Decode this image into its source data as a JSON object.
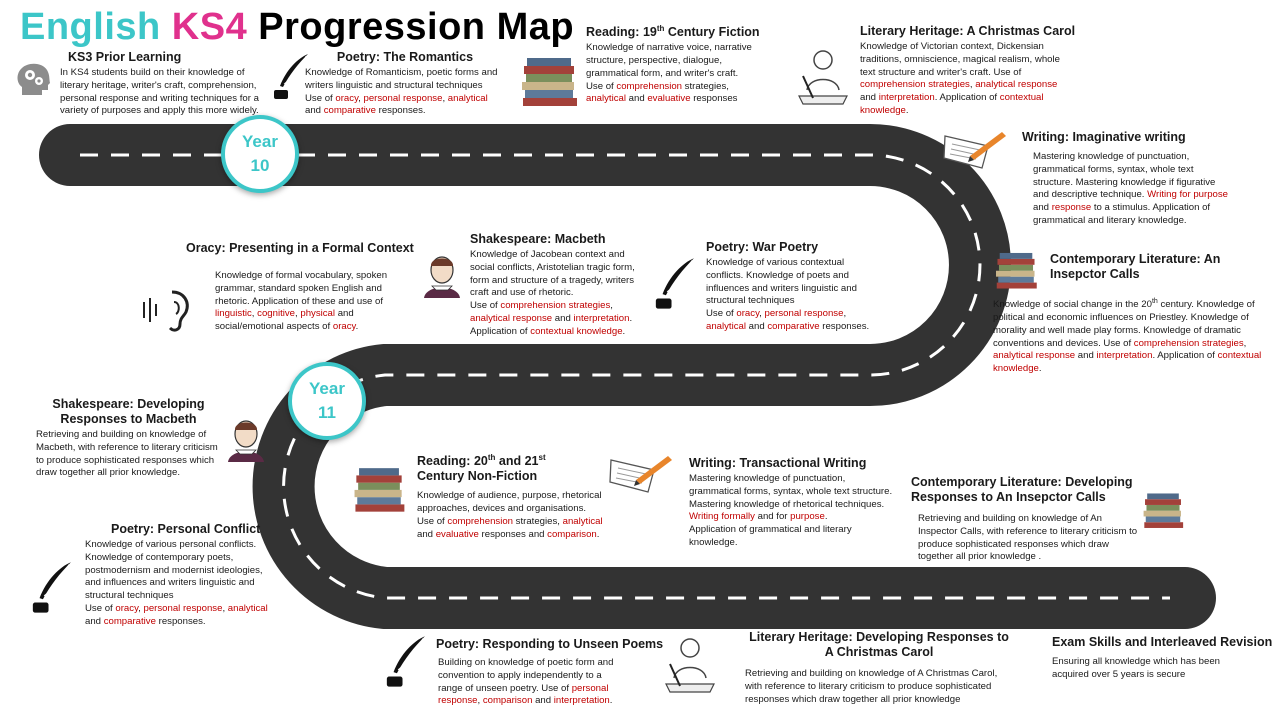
{
  "title": {
    "part1": "English",
    "part2": "KS4",
    "part3": "Progression Map"
  },
  "years": [
    {
      "label": "Year",
      "num": "10"
    },
    {
      "label": "Year",
      "num": "11"
    }
  ],
  "colors": {
    "teal": "#3cc6c8",
    "pink": "#e0318d",
    "road": "#333333",
    "highlight": "#c00000"
  },
  "icons": [
    "head-gears-icon",
    "quill-icon",
    "books-icon",
    "scholar-writing-icon",
    "paper-pencil-icon",
    "shakespeare-icon",
    "ear-sound-icon"
  ],
  "nodes": {
    "prior": {
      "heading": "KS3 Prior Learning",
      "body": "In KS4 students build on their knowledge of literary heritage, writer's craft, comprehension, personal response and writing techniques for a variety of purposes and apply this more widely."
    },
    "romantics": {
      "heading": "Poetry: The Romantics",
      "p1": "Knowledge of Romanticism, poetic forms and writers linguistic and structural techniques",
      "p2": "Use of ",
      "h1": "oracy",
      "s1": ", ",
      "h2": "personal response",
      "s2": ", ",
      "h3": "analytical",
      "s3": " and ",
      "h4": "comparative",
      "s4": " responses."
    },
    "fiction19": {
      "heading_pre": "Reading: 19",
      "heading_sup": "th",
      "heading_post": " Century Fiction",
      "p1": "Knowledge of narrative voice, narrative structure, perspective, dialogue, grammatical form, and writer's craft.",
      "p2": "Use of ",
      "h1": "comprehension",
      "s1": " strategies, ",
      "h2": "analytical",
      "s2": " and ",
      "h3": "evaluative",
      "s3": " responses"
    },
    "carol": {
      "heading": "Literary Heritage: A Christmas Carol",
      "p1": "Knowledge of Victorian context, Dickensian traditions, omniscience, magical realism, whole text structure and writer's craft. Use of ",
      "h1": "comprehension strategies",
      "s1": ", ",
      "h2": "analytical response",
      "s2": " and ",
      "h3": "interpretation",
      "s3": ". Application of ",
      "h4": "contextual knowledge",
      "s4": "."
    },
    "imaginative": {
      "heading": "Writing: Imaginative writing",
      "p1": "Mastering knowledge of punctuation, grammatical forms, syntax, whole text structure. Mastering knowledge if figurative and descriptive technique. ",
      "h1": "Writing for purpose",
      "s1": " and ",
      "h2": "response",
      "s2": " to a stimulus. Application of grammatical and literary knowledge."
    },
    "inspector": {
      "heading": "Contemporary Literature: An Insepctor Calls",
      "p1_pre": "Knowledge of social change in the 20",
      "p1_sup": "th",
      "p1_post": " century. Knowledge of political and economic influences on Priestley. Knowledge of morality and well made play forms. Knowledge of dramatic conventions and devices. Use of ",
      "h1": "comprehension strategies",
      "s1": ", ",
      "h2": "analytical response",
      "s2": " and ",
      "h3": "interpretation",
      "s3": ". Application of ",
      "h4": "contextual knowledge",
      "s4": "."
    },
    "warpoetry": {
      "heading": "Poetry: War Poetry",
      "p1": "Knowledge of various contextual conflicts. Knowledge of poets and influences and writers linguistic and structural techniques",
      "p2": "Use of ",
      "h1": "oracy",
      "s1": ", ",
      "h2": "personal response",
      "s2": ", ",
      "h3": "analytical",
      "s3": " and ",
      "h4": "comparative",
      "s4": " responses."
    },
    "macbeth": {
      "heading": "Shakespeare: Macbeth",
      "p1": "Knowledge of Jacobean context and social conflicts, Aristotelian tragic form, form and structure of a tragedy, writers craft and use of rhetoric.",
      "p2": "Use of ",
      "h1": "comprehension strategies",
      "s1": ", ",
      "h2": "analytical response",
      "s2": " and ",
      "h3": "interpretation",
      "s3": ".",
      "p3": "Application of ",
      "h4": "contextual knowledge",
      "s4": "."
    },
    "oracy": {
      "heading": "Oracy: Presenting in a Formal Context",
      "p1": "Knowledge of formal vocabulary, spoken grammar, standard spoken English and rhetoric. Application of these and use of ",
      "h1": "linguistic",
      "s1": ", ",
      "h2": "cognitive",
      "s2": ", ",
      "h3": "physical",
      "s3": " and social/emotional aspects of ",
      "h4": "oracy",
      "s4": "."
    },
    "devmacbeth": {
      "heading": "Shakespeare: Developing Responses to Macbeth",
      "body": "Retrieving and building on knowledge of Macbeth, with reference to literary criticism to produce sophisticated responses which draw together all prior knowledge."
    },
    "nonfiction": {
      "heading_pre": "Reading: 20",
      "heading_sup1": "th",
      "heading_mid": " and 21",
      "heading_sup2": "st",
      "heading_post": " Century Non-Fiction",
      "p1": "Knowledge of audience, purpose, rhetorical approaches, devices and organisations.",
      "p2": "Use of ",
      "h1": "comprehension",
      "s1": " strategies, ",
      "h2": "analytical",
      "s2": " and ",
      "h3": "evaluative",
      "s3": " responses and ",
      "h4": "comparison",
      "s4": "."
    },
    "transactional": {
      "heading": "Writing: Transactional Writing",
      "p1": "Mastering knowledge of punctuation, grammatical forms, syntax, whole text structure. Mastering knowledge of rhetorical techniques. ",
      "h1": "Writing formally",
      "s1": " and for ",
      "h2": "purpose",
      "s2": ".",
      "p2": "Application of grammatical and literary knowledge."
    },
    "devinspector": {
      "heading": "Contemporary Literature: Developing Responses to An Insepctor Calls",
      "body": "Retrieving and building on knowledge of An Inspector Calls, with reference to literary criticism to produce sophisticated responses which draw together all prior knowledge ."
    },
    "conflict": {
      "heading": "Poetry: Personal Conflict",
      "p1": "Knowledge of various personal conflicts. Knowledge of contemporary poets, postmodernism and modernist ideologies, and influences and writers linguistic and structural techniques",
      "p2": "Use of ",
      "h1": "oracy",
      "s1": ", ",
      "h2": "personal response",
      "s2": ", ",
      "h3": "analytical",
      "s3": " and ",
      "h4": "comparative",
      "s4": " responses."
    },
    "unseen": {
      "heading": "Poetry: Responding to Unseen Poems",
      "p1": "Building on knowledge of poetic form and convention to apply independently to a range of unseen poetry. Use of ",
      "h1": "personal response",
      "s1": ", ",
      "h2": "comparison",
      "s2": " and ",
      "h3": "interpretation",
      "s3": "."
    },
    "devcarol": {
      "heading": "Literary Heritage: Developing Responses to A Christmas Carol",
      "body": "Retrieving and building on knowledge of A Christmas Carol, with reference to literary criticism to produce sophisticated responses which draw together all prior knowledge"
    },
    "exam": {
      "heading": "Exam Skills and Interleaved Revision",
      "body": "Ensuring all knowledge which has been acquired over 5 years is secure"
    }
  }
}
